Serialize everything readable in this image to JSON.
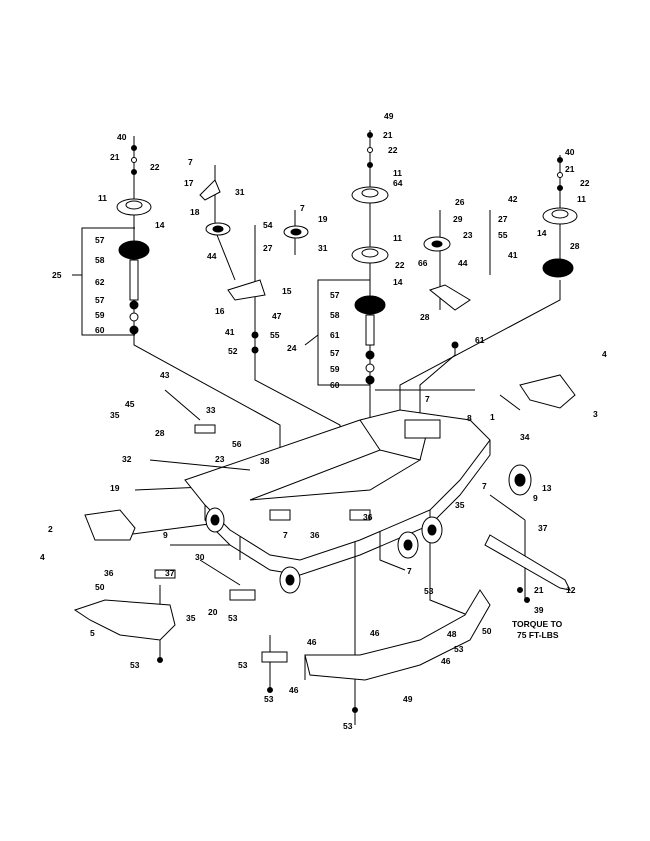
{
  "labels": {
    "p40a": "40",
    "p21a": "21",
    "p22a": "22",
    "p11a": "11",
    "p14a": "14",
    "p57a": "57",
    "p58a": "58",
    "p25": "25",
    "p62a": "62",
    "p57b": "57",
    "p59a": "59",
    "p60a": "60",
    "p7a": "7",
    "p17": "17",
    "p31a": "31",
    "p18a": "18",
    "p44a": "44",
    "p54": "54",
    "p27a": "27",
    "p15": "15",
    "p16": "16",
    "p47": "47",
    "p41a": "41",
    "p55a": "55",
    "p52a": "52",
    "p7b": "7",
    "p19a": "19",
    "p31b": "31",
    "p49a": "49",
    "p21b": "21",
    "p22b": "22",
    "p11b": "11",
    "p64": "64",
    "p11c": "11",
    "p22c": "22",
    "p57c": "57",
    "p14b": "14",
    "p58b": "58",
    "p61a": "61",
    "p24": "24",
    "p57d": "57",
    "p59b": "59",
    "p60b": "60",
    "p26": "26",
    "p29": "29",
    "p23": "23",
    "p42": "42",
    "p27b": "27",
    "p55b": "55",
    "p41b": "41",
    "p66": "66",
    "p44b": "44",
    "p28": "28",
    "p61b": "61",
    "p40b": "40",
    "p21c": "21",
    "p22d": "22",
    "p11d": "11",
    "p14c": "14",
    "p28b": "28",
    "p43": "43",
    "p45": "45",
    "p35a": "35",
    "p33": "33",
    "p28c": "28",
    "p23b": "23",
    "p56": "56",
    "p32": "32",
    "p38": "38",
    "p19b": "19",
    "p4a": "4",
    "p3": "3",
    "p7c": "7",
    "p8": "8",
    "p1": "1",
    "p34": "34",
    "p7d": "7",
    "p13": "13",
    "p9a": "9",
    "p35b": "35",
    "p36a": "36",
    "p2": "2",
    "p4b": "4",
    "p9b": "9",
    "p30": "30",
    "p7e": "7",
    "p36b": "36",
    "p36c": "36",
    "p50a": "50",
    "p37a": "37",
    "p35c": "35",
    "p20": "20",
    "p53a": "53",
    "p5": "5",
    "p53b": "53",
    "p7f": "7",
    "p37b": "37",
    "p12": "12",
    "p21d": "21",
    "p39": "39",
    "p46a": "46",
    "p53c": "53",
    "p46b": "46",
    "p53d": "53",
    "p46c": "46",
    "p49b": "49",
    "p53e": "53",
    "p48": "48",
    "p53f": "53",
    "p46d": "46",
    "p50b": "50",
    "p53g": "53"
  },
  "note": {
    "line1": "TORQUE TO",
    "line2": "75 FT-LBS"
  }
}
